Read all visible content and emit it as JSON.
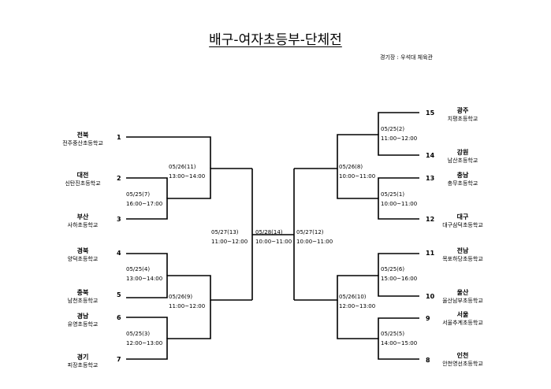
{
  "title": "배구-여자초등부-단체전",
  "venue": "경기장 : 우석대 체육관",
  "left_teams": [
    {
      "region": "전북",
      "school": "전주중산초등학교",
      "seed": "1"
    },
    {
      "region": "대전",
      "school": "신탄진초등학교",
      "seed": "2"
    },
    {
      "region": "부산",
      "school": "사하초등학교",
      "seed": "3"
    },
    {
      "region": "경북",
      "school": "양덕초등학교",
      "seed": "4"
    },
    {
      "region": "충북",
      "school": "남천초등학교",
      "seed": "5"
    },
    {
      "region": "경남",
      "school": "유영초등학교",
      "seed": "6"
    },
    {
      "region": "경기",
      "school": "피장초등학교",
      "seed": "7"
    }
  ],
  "right_teams": [
    {
      "region": "광주",
      "school": "치평초등학교",
      "seed": "15"
    },
    {
      "region": "강원",
      "school": "남산초등학교",
      "seed": "14"
    },
    {
      "region": "충남",
      "school": "충무초등학교",
      "seed": "13"
    },
    {
      "region": "대구",
      "school": "대구삼덕초등학교",
      "seed": "12"
    },
    {
      "region": "전남",
      "school": "목포하당초등학교",
      "seed": "11"
    },
    {
      "region": "울산",
      "school": "울산남부초등학교",
      "seed": "10"
    },
    {
      "region": "서울",
      "school": "서울추계초등학교",
      "seed": "9"
    },
    {
      "region": "인천",
      "school": "안천영선초등학교",
      "seed": "8"
    }
  ],
  "matches": [
    {
      "date": "05/25(7)",
      "time": "16:00~17:00"
    },
    {
      "date": "05/26(11)",
      "time": "13:00~14:00"
    },
    {
      "date": "05/25(4)",
      "time": "13:00~14:00"
    },
    {
      "date": "05/25(3)",
      "time": "12:00~13:00"
    },
    {
      "date": "05/26(9)",
      "time": "11:00~12:00"
    },
    {
      "date": "05/27(13)",
      "time": "11:00~12:00"
    },
    {
      "date": "05/28(14)",
      "time": "10:00~11:00"
    },
    {
      "date": "05/27(12)",
      "time": "10:00~11:00"
    },
    {
      "date": "05/25(2)",
      "time": "11:00~12:00"
    },
    {
      "date": "05/26(8)",
      "time": "10:00~11:00"
    },
    {
      "date": "05/25(1)",
      "time": "10:00~11:00"
    },
    {
      "date": "05/25(6)",
      "time": "15:00~16:00"
    },
    {
      "date": "05/26(10)",
      "time": "12:00~13:00"
    },
    {
      "date": "05/25(5)",
      "time": "14:00~15:00"
    }
  ]
}
